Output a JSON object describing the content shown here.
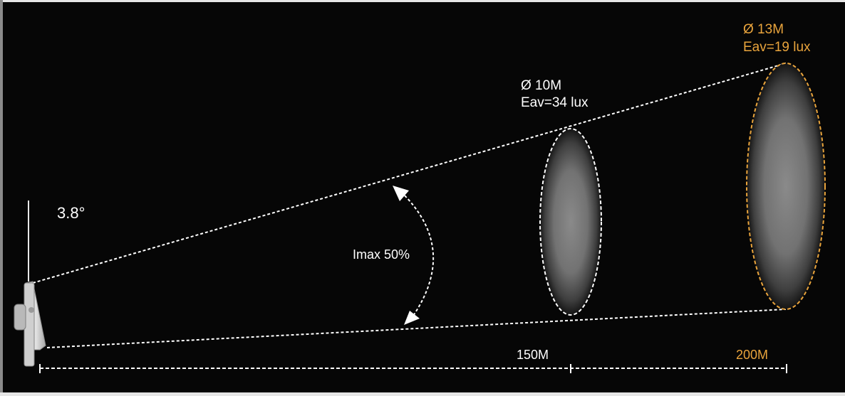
{
  "beam": {
    "angle_label": "3.8°",
    "intensity_label": "Imax 50%"
  },
  "spots": [
    {
      "diameter_label": "Ø 10M",
      "illuminance_label": "Eav=34 lux",
      "distance_label": "150M",
      "color": "#ffffff"
    },
    {
      "diameter_label": "Ø 13M",
      "illuminance_label": "Eav=19 lux",
      "distance_label": "200M",
      "color": "#e9a43c"
    }
  ],
  "colors": {
    "background": "#060606",
    "line": "#ffffff",
    "accent": "#e9a43c",
    "fixture": "#c8c8c8"
  },
  "icons": {
    "fixture": "floodlight-fixture-icon"
  }
}
